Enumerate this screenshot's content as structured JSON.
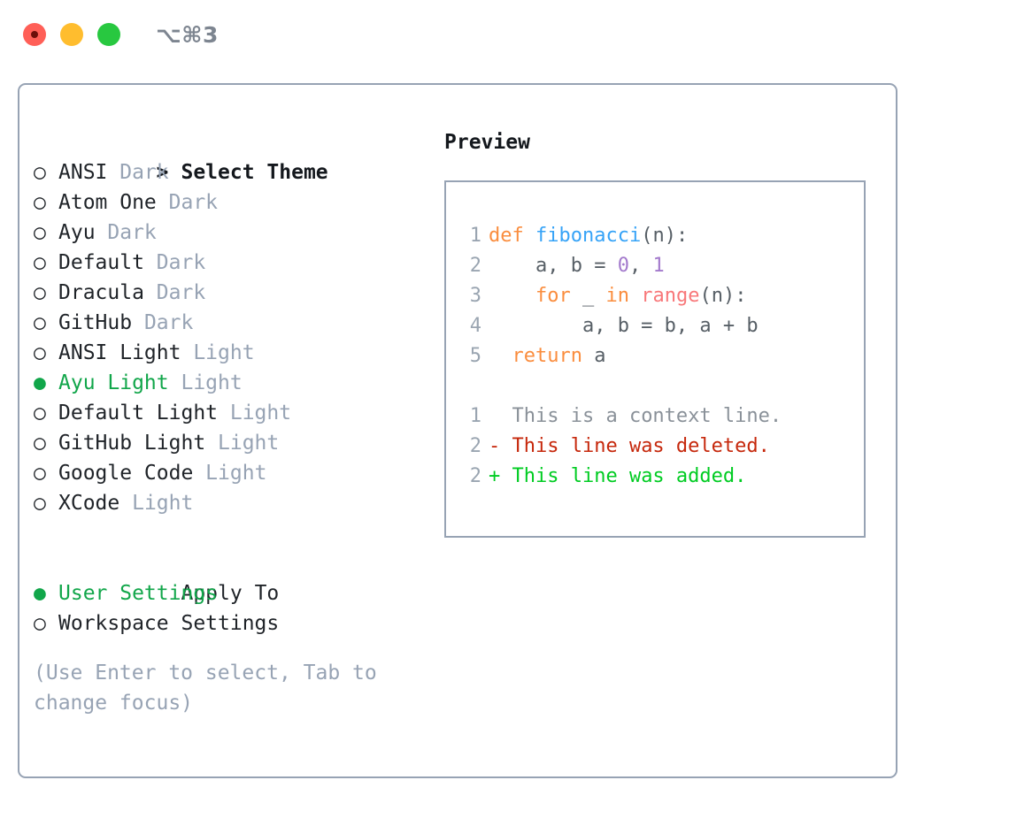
{
  "titlebar": {
    "shortcut": "⌥⌘3",
    "lights": [
      "close",
      "minimize",
      "zoom"
    ]
  },
  "left": {
    "heading": {
      "marker": ">",
      "label": "Select Theme"
    },
    "themes": [
      {
        "marker": "○",
        "name": "ANSI",
        "tag": "Dark",
        "selected": false
      },
      {
        "marker": "○",
        "name": "Atom One",
        "tag": "Dark",
        "selected": false
      },
      {
        "marker": "○",
        "name": "Ayu",
        "tag": "Dark",
        "selected": false
      },
      {
        "marker": "○",
        "name": "Default",
        "tag": "Dark",
        "selected": false
      },
      {
        "marker": "○",
        "name": "Dracula",
        "tag": "Dark",
        "selected": false
      },
      {
        "marker": "○",
        "name": "GitHub",
        "tag": "Dark",
        "selected": false
      },
      {
        "marker": "○",
        "name": "ANSI Light",
        "tag": "Light",
        "selected": false
      },
      {
        "marker": "●",
        "name": "Ayu Light",
        "tag": "Light",
        "selected": true
      },
      {
        "marker": "○",
        "name": "Default Light",
        "tag": "Light",
        "selected": false
      },
      {
        "marker": "○",
        "name": "GitHub Light",
        "tag": "Light",
        "selected": false
      },
      {
        "marker": "○",
        "name": "Google Code",
        "tag": "Light",
        "selected": false
      },
      {
        "marker": "○",
        "name": "XCode",
        "tag": "Light",
        "selected": false
      }
    ],
    "apply_to": {
      "marker": " ",
      "label": "Apply To",
      "options": [
        {
          "marker": "●",
          "name": "User Settings",
          "selected": true
        },
        {
          "marker": "○",
          "name": "Workspace Settings",
          "selected": false
        }
      ]
    },
    "hint": "(Use Enter to select, Tab to change focus)"
  },
  "right": {
    "title": "Preview",
    "code_lines": [
      {
        "num": "1",
        "tokens": [
          {
            "t": "def ",
            "c": "kw"
          },
          {
            "t": "fibonacci",
            "c": "fn"
          },
          {
            "t": "(n):",
            "c": "punct"
          }
        ]
      },
      {
        "num": "2",
        "tokens": [
          {
            "t": "    a, b = ",
            "c": "plain"
          },
          {
            "t": "0",
            "c": "num"
          },
          {
            "t": ", ",
            "c": "plain"
          },
          {
            "t": "1",
            "c": "num"
          }
        ]
      },
      {
        "num": "3",
        "tokens": [
          {
            "t": "    ",
            "c": "plain"
          },
          {
            "t": "for",
            "c": "kw"
          },
          {
            "t": " _ ",
            "c": "plain"
          },
          {
            "t": "in",
            "c": "kw"
          },
          {
            "t": " ",
            "c": "plain"
          },
          {
            "t": "range",
            "c": "builtin"
          },
          {
            "t": "(n):",
            "c": "punct"
          }
        ]
      },
      {
        "num": "4",
        "tokens": [
          {
            "t": "        a, b = b, a + b",
            "c": "plain"
          }
        ]
      },
      {
        "num": "5",
        "tokens": [
          {
            "t": "  ",
            "c": "plain"
          },
          {
            "t": "return",
            "c": "kw"
          },
          {
            "t": " a",
            "c": "plain"
          }
        ]
      }
    ],
    "diff_lines": [
      {
        "num": "1",
        "sign": " ",
        "text": " This is a context line.",
        "kind": "context"
      },
      {
        "num": "2",
        "sign": "-",
        "text": " This line was deleted.",
        "kind": "del"
      },
      {
        "num": "2",
        "sign": "+",
        "text": " This line was added.",
        "kind": "add"
      }
    ]
  },
  "colors": {
    "selection_green": "#11a64a",
    "muted_slate": "#97a3b4",
    "border": "#97a3b4",
    "keyword_orange": "#fa8d3e",
    "function_blue": "#36a3f7",
    "number_purple": "#a37acc",
    "builtin_salmon": "#f8787a",
    "diff_delete_red": "#c6280c",
    "diff_add_green": "#00cc22",
    "light_red": "#ff5f57",
    "light_amber": "#ffbd2e",
    "light_green": "#28c840"
  }
}
